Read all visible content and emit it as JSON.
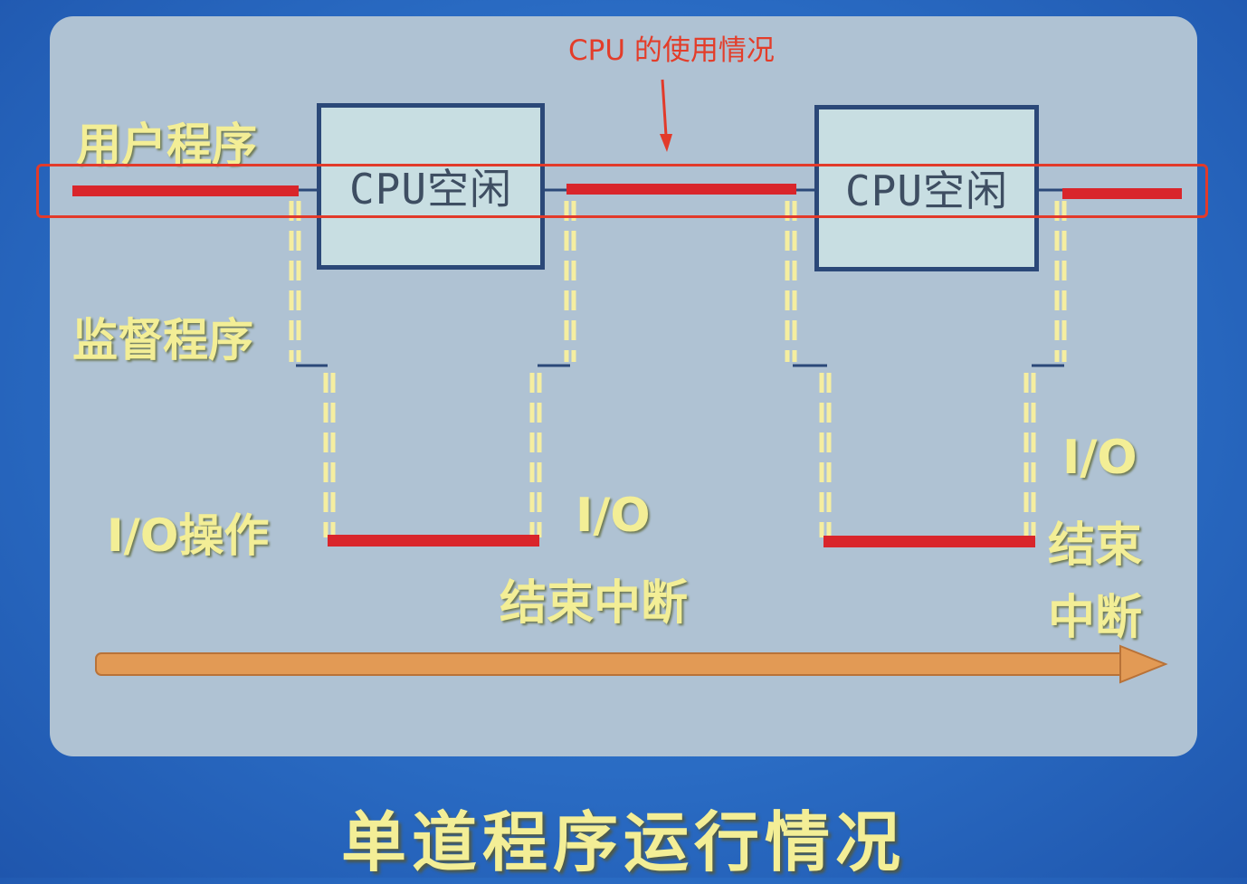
{
  "diagram": {
    "row_labels": {
      "user_program": "用户程序",
      "supervisor_program": "监督程序",
      "io_operation": "I/O操作"
    },
    "idle_box_1": "CPU空闲",
    "idle_box_2": "CPU空闲",
    "io_end_interrupt_1": {
      "line1": "I/O",
      "line2": "结束中断"
    },
    "io_end_interrupt_2": {
      "line1": "I/O",
      "line2": "结束",
      "line3": "中断"
    },
    "caption": "单道程序运行情况",
    "colors": {
      "execution_bar": "#d9252b",
      "transition_dashed": "#f5eea0",
      "timeline_arrow": "#e29a55",
      "label_text": "#f3ee96"
    }
  },
  "annotation": {
    "text": "CPU 的使用情况",
    "color": "#e23a2a"
  }
}
